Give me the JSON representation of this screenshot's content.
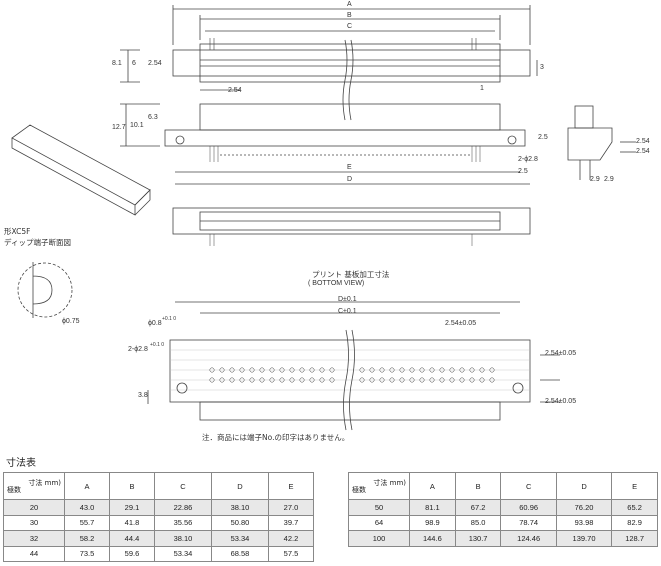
{
  "drawing": {
    "dim_A": "A",
    "dim_B": "B",
    "dim_C": "C",
    "dim_D": "D",
    "dim_E": "E",
    "dim_8_1": "8.1",
    "dim_6": "6",
    "dim_2_54_side": "2.54",
    "dim_2_54_bottom": "2.54",
    "dim_3": "3",
    "dim_1": "1",
    "dim_12_7": "12.7",
    "dim_10_1": "10.1",
    "dim_6_3": "6.3",
    "dim_2_5": "2.5",
    "dim_2_5b": "2.5",
    "dim_2_phi_2_8": "2-ϕ2.8",
    "dim_2_54_r1": "2.54",
    "dim_2_54_r2": "2.54",
    "dim_2_9a": "2.9",
    "dim_2_9b": "2.9",
    "dip_title_1": "形XC5F",
    "dip_title_2": "ディップ端子断面図",
    "dip_phi": "ϕ0.75",
    "pcb_title": "プリント 基板加工寸法",
    "pcb_subtitle": "( BOTTOM VIEW)",
    "pcb_D": "D±0.1",
    "pcb_C": "C±0.1",
    "pcb_pitch": "2.54±0.05",
    "pcb_hole": "ϕ0.8",
    "pcb_hole_tol": "+0.1 0",
    "pcb_mount": "2-ϕ2.8",
    "pcb_mount_tol": "+0.1 0",
    "pcb_row1": "2.54±0.05",
    "pcb_row2": "2.54±0.05",
    "pcb_3_8": "3.8",
    "note": "注．商品には端子No.の印字はありません。"
  },
  "table_title": "寸法表",
  "table_header": {
    "unit": "寸法 mm)",
    "poles": "極数",
    "cols": [
      "A",
      "B",
      "C",
      "D",
      "E"
    ]
  },
  "table_left": [
    {
      "n": "20",
      "v": [
        "43.0",
        "29.1",
        "22.86",
        "38.10",
        "27.0"
      ]
    },
    {
      "n": "30",
      "v": [
        "55.7",
        "41.8",
        "35.56",
        "50.80",
        "39.7"
      ]
    },
    {
      "n": "32",
      "v": [
        "58.2",
        "44.4",
        "38.10",
        "53.34",
        "42.2"
      ]
    },
    {
      "n": "44",
      "v": [
        "73.5",
        "59.6",
        "53.34",
        "68.58",
        "57.5"
      ]
    }
  ],
  "table_right": [
    {
      "n": "50",
      "v": [
        "81.1",
        "67.2",
        "60.96",
        "76.20",
        "65.2"
      ]
    },
    {
      "n": "64",
      "v": [
        "98.9",
        "85.0",
        "78.74",
        "93.98",
        "82.9"
      ]
    },
    {
      "n": "100",
      "v": [
        "144.6",
        "130.7",
        "124.46",
        "139.70",
        "128.7"
      ]
    }
  ]
}
